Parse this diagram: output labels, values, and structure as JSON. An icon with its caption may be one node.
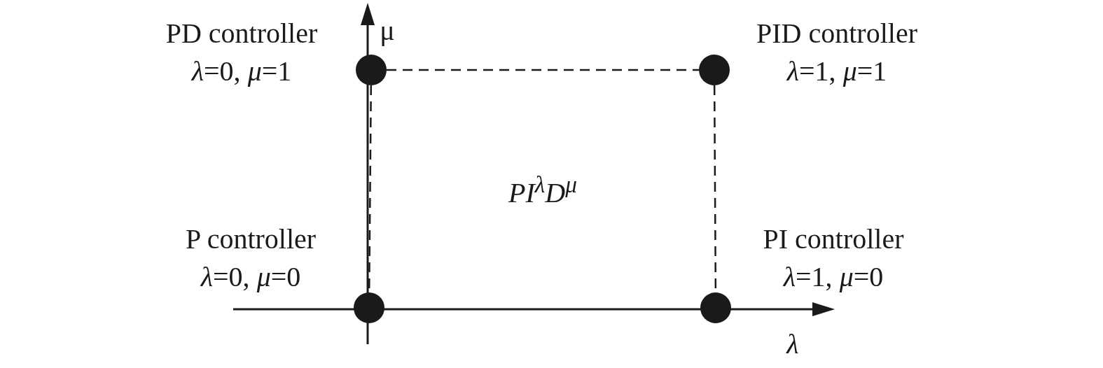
{
  "diagram": {
    "nodes": [
      {
        "text": [],
        "shape": "circle",
        "beside": [
          "PD controller",
          "*λ*=0, *μ*=1"
        ]
      },
      {
        "text": [],
        "shape": "circle",
        "beside": [
          "PID controller",
          "*λ*=1, *μ*=1"
        ]
      },
      {
        "text": [],
        "shape": "circle",
        "beside": [
          "P controller",
          "*λ*=0, *μ*=0"
        ]
      },
      {
        "text": [],
        "shape": "circle",
        "beside": [
          "PI controller",
          "*λ*=1, *μ*=0"
        ]
      }
    ],
    "edges": [
      {
        "from": 0,
        "to": 1,
        "arrow": "none",
        "style": "dashed"
      },
      {
        "from": 1,
        "to": 3,
        "arrow": "none",
        "style": "dashed"
      },
      {
        "from": 0,
        "to": 2,
        "arrow": "none",
        "style": "dashed"
      }
    ],
    "labels": [
      "μ",
      "PI$^{λ}$D$^{μ}$",
      "λ"
    ]
  }
}
